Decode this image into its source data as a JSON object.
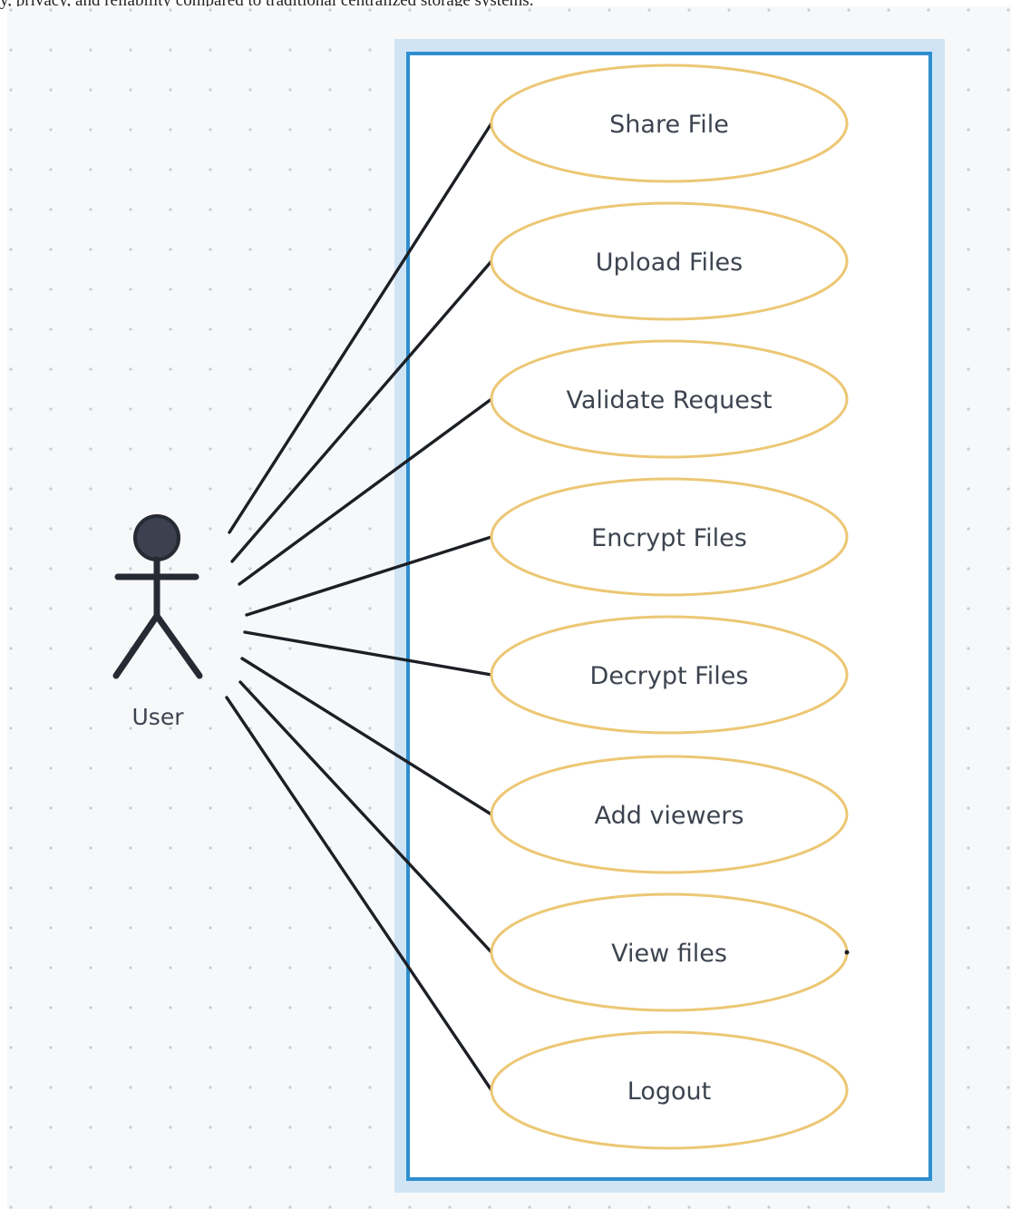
{
  "caption": "y, privacy, and reliability compared to traditional centralized storage systems.",
  "diagram": {
    "actor": {
      "label": "User",
      "icon": "stick-figure-actor-icon"
    },
    "use_cases": [
      "Share File",
      "Upload Files",
      "Validate Request",
      "Encrypt Files",
      "Decrypt Files",
      "Add viewers",
      "View files",
      "Logout"
    ],
    "colors": {
      "canvas_background": "#f7f8fa",
      "grid_dot": "#c9ccd3",
      "system_boundary_border": "#2f8ecf",
      "system_boundary_halo": "#cfe5f6",
      "system_boundary_fill": "#ffffff",
      "use_case_border": "#ecc774",
      "use_case_fill": "#ffffff",
      "association_line": "#1c1f24",
      "actor_head": "#3c4150",
      "actor_body": "#262a33",
      "text": "#3d4450"
    }
  }
}
